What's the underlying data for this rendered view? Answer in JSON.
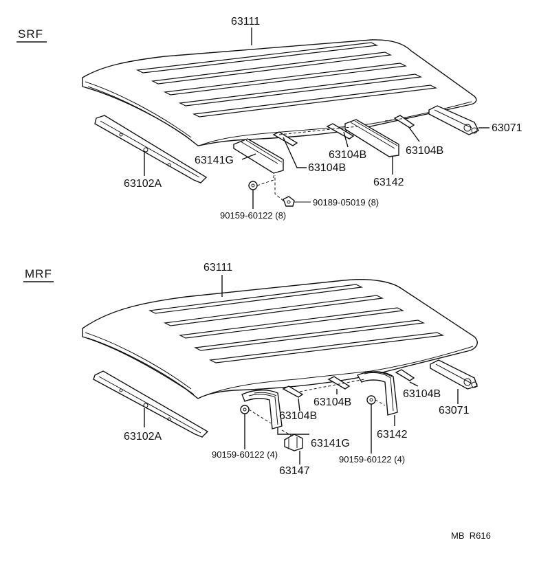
{
  "sections": {
    "srf": {
      "title": "SRF",
      "labels": {
        "roof_panel": "63111",
        "front_rail": "63102A",
        "bow_front": "63141G",
        "bow_front_alt": "63104B",
        "bow_mid_1": "63104B",
        "bow_mid_2": "63104B",
        "bow_rear_reinf": "63142",
        "rear_rail": "63071",
        "bolt": "90159-60122 (8)",
        "nut": "90189-05019 (8)"
      }
    },
    "mrf": {
      "title": "MRF",
      "labels": {
        "roof_panel": "63111",
        "front_rail": "63102A",
        "bow_front": "63141G",
        "bow_front_alt": "63104B",
        "bow_mid_1": "63104B",
        "bow_mid_2": "63104B",
        "bow_rear_reinf": "63142",
        "rear_rail": "63071",
        "bolt_left": "90159-60122 (4)",
        "bolt_right": "90159-60122 (4)",
        "bracket": "63147"
      }
    }
  },
  "footer": {
    "ref": "MB  R616"
  }
}
